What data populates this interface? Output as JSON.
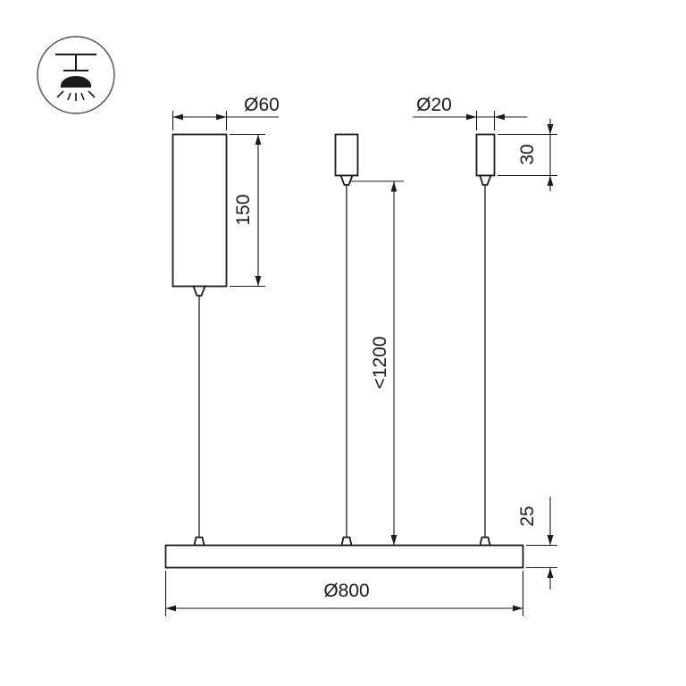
{
  "drawing": {
    "type": "technical-dimension-drawing",
    "subject": "ring pendant lamp with three suspension wires",
    "background_color": "#ffffff",
    "line_color": "#1b1b1b",
    "icon_color": "#4a4a4a",
    "icon": "ceiling-lamp-icon",
    "dimensions": {
      "canopy_large_diameter": "Ø60",
      "canopy_large_height": "150",
      "canopy_small_diameter": "Ø20",
      "canopy_small_height": "30",
      "suspension_length": "<1200",
      "profile_thickness": "25",
      "ring_diameter": "Ø800"
    }
  }
}
